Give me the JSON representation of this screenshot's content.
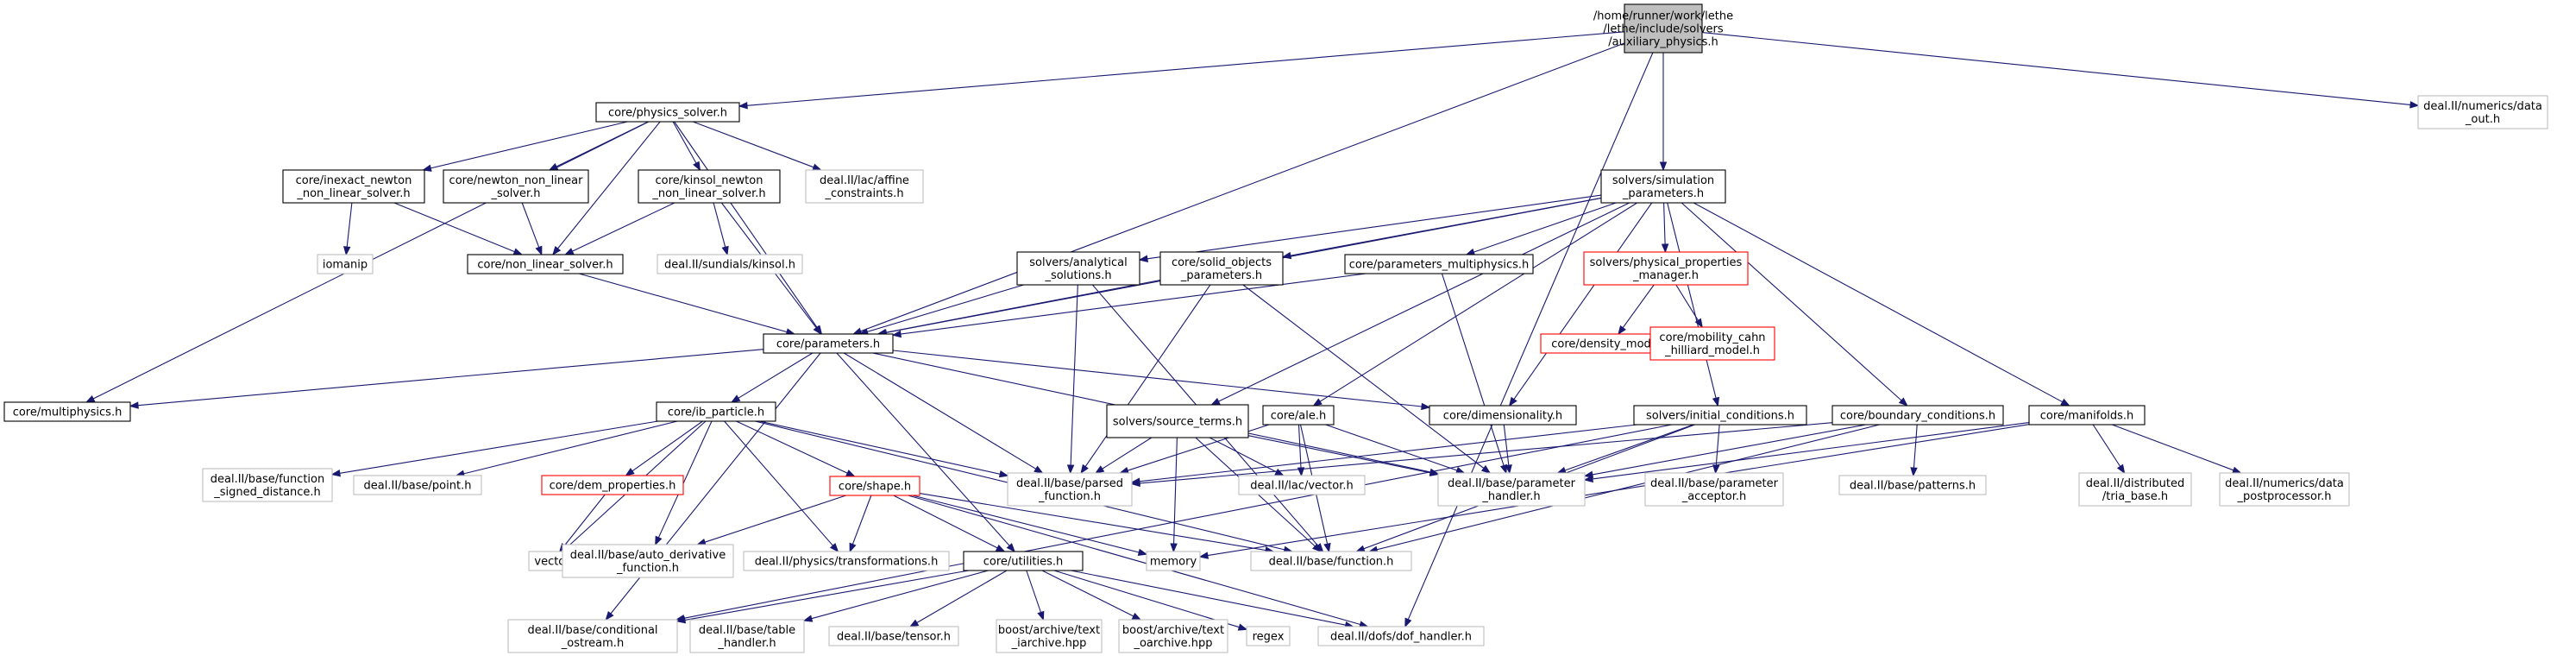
{
  "nodes": [
    {
      "id": "root",
      "lines": [
        "/home/runner/work/lethe",
        "/lethe/include/solvers",
        "/auxiliary_physics.h"
      ],
      "kind": "root"
    },
    {
      "id": "physics_solver",
      "lines": [
        "core/physics_solver.h"
      ],
      "kind": "doc"
    },
    {
      "id": "data_out",
      "lines": [
        "deal.II/numerics/data",
        "_out.h"
      ],
      "kind": "ext"
    },
    {
      "id": "inexact",
      "lines": [
        "core/inexact_newton",
        "_non_linear_solver.h"
      ],
      "kind": "doc"
    },
    {
      "id": "newton",
      "lines": [
        "core/newton_non_linear",
        "_solver.h"
      ],
      "kind": "doc"
    },
    {
      "id": "kinsol",
      "lines": [
        "core/kinsol_newton",
        "_non_linear_solver.h"
      ],
      "kind": "doc"
    },
    {
      "id": "affine",
      "lines": [
        "deal.II/lac/affine",
        "_constraints.h"
      ],
      "kind": "ext"
    },
    {
      "id": "simulation",
      "lines": [
        "solvers/simulation",
        "_parameters.h"
      ],
      "kind": "doc"
    },
    {
      "id": "iomanip",
      "lines": [
        "iomanip"
      ],
      "kind": "ext"
    },
    {
      "id": "nls",
      "lines": [
        "core/non_linear_solver.h"
      ],
      "kind": "doc"
    },
    {
      "id": "sundials",
      "lines": [
        "deal.II/sundials/kinsol.h"
      ],
      "kind": "ext"
    },
    {
      "id": "analytical",
      "lines": [
        "solvers/analytical",
        "_solutions.h"
      ],
      "kind": "doc"
    },
    {
      "id": "solid",
      "lines": [
        "core/solid_objects",
        "_parameters.h"
      ],
      "kind": "doc"
    },
    {
      "id": "multiphysics_params",
      "lines": [
        "core/parameters_multiphysics.h"
      ],
      "kind": "doc"
    },
    {
      "id": "ppm",
      "lines": [
        "solvers/physical_properties",
        "_manager.h"
      ],
      "kind": "red"
    },
    {
      "id": "density",
      "lines": [
        "core/density_model.h"
      ],
      "kind": "red"
    },
    {
      "id": "mobility",
      "lines": [
        "core/mobility_cahn",
        "_hilliard_model.h"
      ],
      "kind": "red"
    },
    {
      "id": "parameters",
      "lines": [
        "core/parameters.h"
      ],
      "kind": "doc"
    },
    {
      "id": "multiphysics",
      "lines": [
        "core/multiphysics.h"
      ],
      "kind": "doc"
    },
    {
      "id": "ib_particle",
      "lines": [
        "core/ib_particle.h"
      ],
      "kind": "doc"
    },
    {
      "id": "source_terms",
      "lines": [
        "solvers/source_terms.h"
      ],
      "kind": "doc"
    },
    {
      "id": "ale",
      "lines": [
        "core/ale.h"
      ],
      "kind": "doc"
    },
    {
      "id": "dimensionality",
      "lines": [
        "core/dimensionality.h"
      ],
      "kind": "doc"
    },
    {
      "id": "initial_conditions",
      "lines": [
        "solvers/initial_conditions.h"
      ],
      "kind": "doc"
    },
    {
      "id": "boundary_conditions",
      "lines": [
        "core/boundary_conditions.h"
      ],
      "kind": "doc"
    },
    {
      "id": "manifolds",
      "lines": [
        "core/manifolds.h"
      ],
      "kind": "doc"
    },
    {
      "id": "fsd",
      "lines": [
        "deal.II/base/function",
        "_signed_distance.h"
      ],
      "kind": "ext"
    },
    {
      "id": "point",
      "lines": [
        "deal.II/base/point.h"
      ],
      "kind": "ext"
    },
    {
      "id": "dem",
      "lines": [
        "core/dem_properties.h"
      ],
      "kind": "red"
    },
    {
      "id": "parsed",
      "lines": [
        "deal.II/base/parsed",
        "_function.h"
      ],
      "kind": "ext"
    },
    {
      "id": "lacvector",
      "lines": [
        "deal.II/lac/vector.h"
      ],
      "kind": "ext"
    },
    {
      "id": "param_handler",
      "lines": [
        "deal.II/base/parameter",
        "_handler.h"
      ],
      "kind": "ext"
    },
    {
      "id": "param_acceptor",
      "lines": [
        "deal.II/base/parameter",
        "_acceptor.h"
      ],
      "kind": "ext"
    },
    {
      "id": "patterns",
      "lines": [
        "deal.II/base/patterns.h"
      ],
      "kind": "ext"
    },
    {
      "id": "tria_base",
      "lines": [
        "deal.II/distributed",
        "/tria_base.h"
      ],
      "kind": "ext"
    },
    {
      "id": "data_post",
      "lines": [
        "deal.II/numerics/data",
        "_postprocessor.h"
      ],
      "kind": "ext"
    },
    {
      "id": "shape",
      "lines": [
        "core/shape.h"
      ],
      "kind": "red"
    },
    {
      "id": "vector",
      "lines": [
        "vector"
      ],
      "kind": "ext"
    },
    {
      "id": "auto_deriv",
      "lines": [
        "deal.II/base/auto_derivative",
        "_function.h"
      ],
      "kind": "ext"
    },
    {
      "id": "transformations",
      "lines": [
        "deal.II/physics/transformations.h"
      ],
      "kind": "ext"
    },
    {
      "id": "utilities",
      "lines": [
        "core/utilities.h"
      ],
      "kind": "doc"
    },
    {
      "id": "memory",
      "lines": [
        "memory"
      ],
      "kind": "ext"
    },
    {
      "id": "function",
      "lines": [
        "deal.II/base/function.h"
      ],
      "kind": "ext"
    },
    {
      "id": "cond_ostream",
      "lines": [
        "deal.II/base/conditional",
        "_ostream.h"
      ],
      "kind": "ext"
    },
    {
      "id": "table_handler",
      "lines": [
        "deal.II/base/table",
        "_handler.h"
      ],
      "kind": "ext"
    },
    {
      "id": "tensor",
      "lines": [
        "deal.II/base/tensor.h"
      ],
      "kind": "ext"
    },
    {
      "id": "text_iarchive",
      "lines": [
        "boost/archive/text",
        "_iarchive.hpp"
      ],
      "kind": "ext"
    },
    {
      "id": "text_oarchive",
      "lines": [
        "boost/archive/text",
        "_oarchive.hpp"
      ],
      "kind": "ext"
    },
    {
      "id": "regex",
      "lines": [
        "regex"
      ],
      "kind": "ext"
    },
    {
      "id": "dof_handler",
      "lines": [
        "deal.II/dofs/dof_handler.h"
      ],
      "kind": "ext"
    }
  ],
  "edges": [
    [
      "root",
      "physics_solver"
    ],
    [
      "root",
      "data_out"
    ],
    [
      "root",
      "simulation"
    ],
    [
      "root",
      "parameters"
    ],
    [
      "root",
      "dof_handler"
    ],
    [
      "physics_solver",
      "inexact"
    ],
    [
      "physics_solver",
      "newton"
    ],
    [
      "physics_solver",
      "kinsol"
    ],
    [
      "physics_solver",
      "affine"
    ],
    [
      "physics_solver",
      "nls"
    ],
    [
      "physics_solver",
      "multiphysics"
    ],
    [
      "physics_solver",
      "parameters"
    ],
    [
      "inexact",
      "iomanip"
    ],
    [
      "inexact",
      "nls"
    ],
    [
      "newton",
      "nls"
    ],
    [
      "kinsol",
      "nls"
    ],
    [
      "kinsol",
      "sundials"
    ],
    [
      "kinsol",
      "parameters"
    ],
    [
      "nls",
      "parameters"
    ],
    [
      "simulation",
      "analytical"
    ],
    [
      "simulation",
      "solid"
    ],
    [
      "simulation",
      "multiphysics_params"
    ],
    [
      "simulation",
      "ppm"
    ],
    [
      "simulation",
      "parameters"
    ],
    [
      "simulation",
      "source_terms"
    ],
    [
      "simulation",
      "ale"
    ],
    [
      "simulation",
      "dimensionality"
    ],
    [
      "simulation",
      "initial_conditions"
    ],
    [
      "simulation",
      "boundary_conditions"
    ],
    [
      "simulation",
      "manifolds"
    ],
    [
      "ppm",
      "density"
    ],
    [
      "ppm",
      "mobility"
    ],
    [
      "analytical",
      "parameters"
    ],
    [
      "analytical",
      "parsed"
    ],
    [
      "analytical",
      "function"
    ],
    [
      "solid",
      "parameters"
    ],
    [
      "solid",
      "parsed"
    ],
    [
      "solid",
      "param_handler"
    ],
    [
      "multiphysics_params",
      "parameters"
    ],
    [
      "multiphysics_params",
      "param_handler"
    ],
    [
      "parameters",
      "multiphysics"
    ],
    [
      "parameters",
      "ib_particle"
    ],
    [
      "parameters",
      "dimensionality"
    ],
    [
      "parameters",
      "parsed"
    ],
    [
      "parameters",
      "param_handler"
    ],
    [
      "parameters",
      "utilities"
    ],
    [
      "parameters",
      "cond_ostream"
    ],
    [
      "ib_particle",
      "fsd"
    ],
    [
      "ib_particle",
      "point"
    ],
    [
      "ib_particle",
      "dem"
    ],
    [
      "ib_particle",
      "shape"
    ],
    [
      "ib_particle",
      "vector"
    ],
    [
      "ib_particle",
      "auto_deriv"
    ],
    [
      "ib_particle",
      "transformations"
    ],
    [
      "ib_particle",
      "parsed"
    ],
    [
      "ib_particle",
      "function"
    ],
    [
      "dem",
      "vector"
    ],
    [
      "shape",
      "auto_deriv"
    ],
    [
      "shape",
      "transformations"
    ],
    [
      "shape",
      "utilities"
    ],
    [
      "shape",
      "memory"
    ],
    [
      "shape",
      "function"
    ],
    [
      "shape",
      "dof_handler"
    ],
    [
      "source_terms",
      "parsed"
    ],
    [
      "source_terms",
      "lacvector"
    ],
    [
      "source_terms",
      "param_handler"
    ],
    [
      "source_terms",
      "memory"
    ],
    [
      "source_terms",
      "function"
    ],
    [
      "ale",
      "parsed"
    ],
    [
      "ale",
      "lacvector"
    ],
    [
      "ale",
      "param_handler"
    ],
    [
      "ale",
      "function"
    ],
    [
      "dimensionality",
      "param_handler"
    ],
    [
      "initial_conditions",
      "param_handler"
    ],
    [
      "initial_conditions",
      "param_acceptor"
    ],
    [
      "initial_conditions",
      "function"
    ],
    [
      "initial_conditions",
      "parsed"
    ],
    [
      "initial_conditions",
      "cond_ostream"
    ],
    [
      "boundary_conditions",
      "parsed"
    ],
    [
      "boundary_conditions",
      "param_handler"
    ],
    [
      "boundary_conditions",
      "patterns"
    ],
    [
      "boundary_conditions",
      "function"
    ],
    [
      "manifolds",
      "param_handler"
    ],
    [
      "manifolds",
      "tria_base"
    ],
    [
      "manifolds",
      "data_post"
    ],
    [
      "manifolds",
      "memory"
    ],
    [
      "utilities",
      "cond_ostream"
    ],
    [
      "utilities",
      "table_handler"
    ],
    [
      "utilities",
      "tensor"
    ],
    [
      "utilities",
      "text_iarchive"
    ],
    [
      "utilities",
      "text_oarchive"
    ],
    [
      "utilities",
      "regex"
    ],
    [
      "utilities",
      "dof_handler"
    ]
  ]
}
